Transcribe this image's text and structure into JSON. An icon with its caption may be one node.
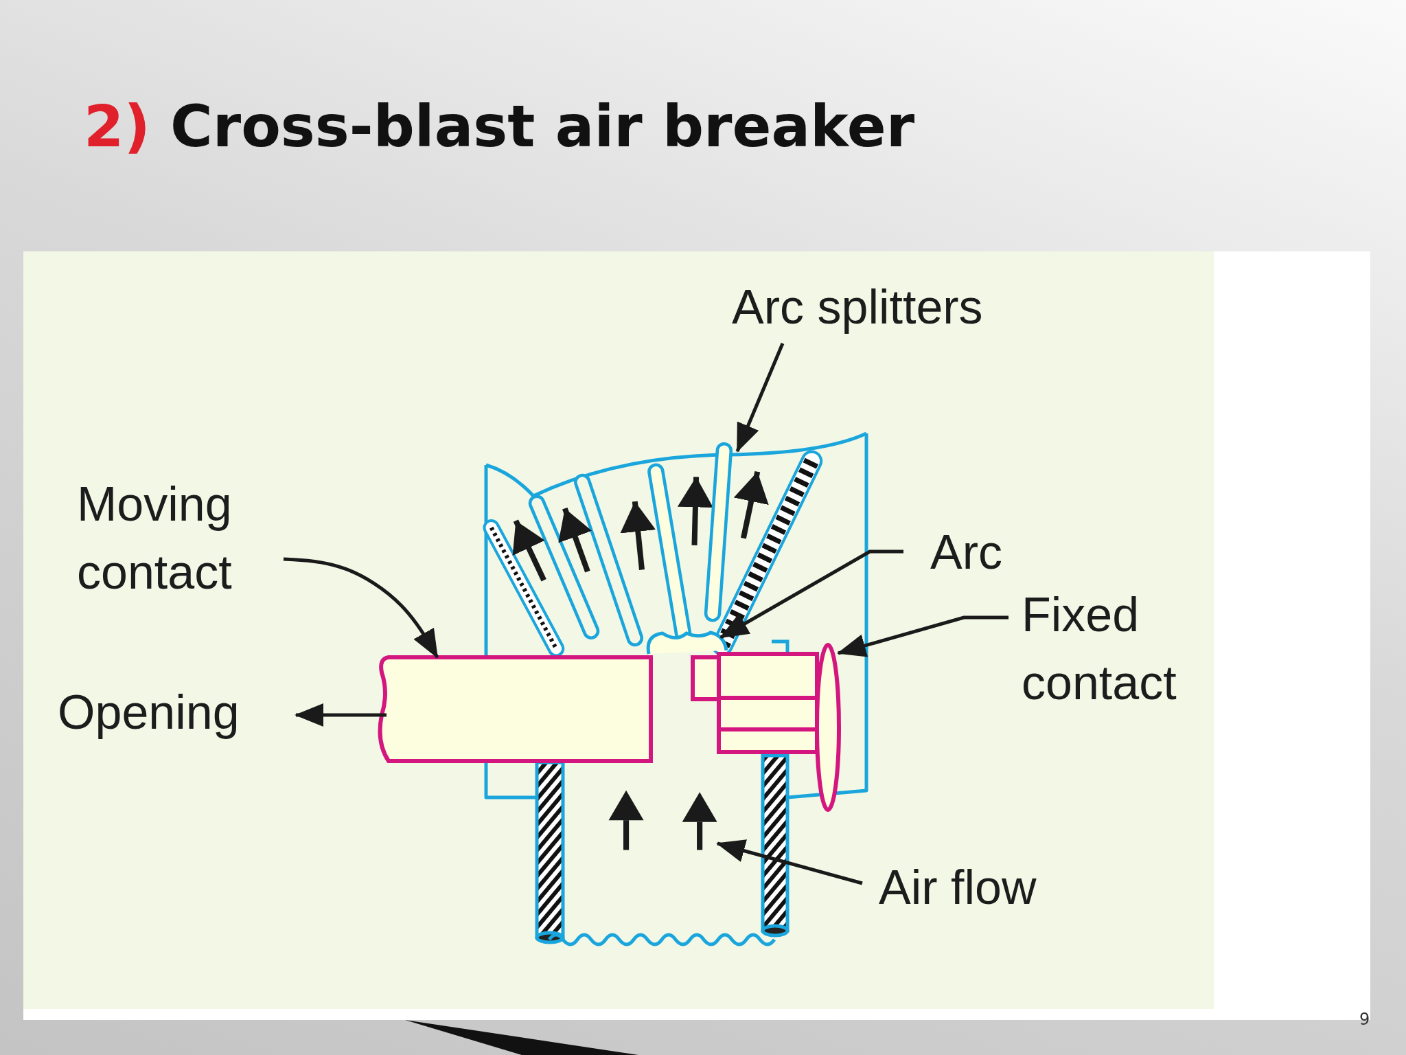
{
  "diagram": {
    "title": "2) Cross-blast air breaker",
    "nodes": [
      {
        "text": [
          "Arc splitters"
        ]
      },
      {
        "text": [],
        "shape": "bar"
      },
      {
        "text": [
          "Moving contact"
        ]
      },
      {
        "text": [],
        "shape": "box"
      },
      {
        "text": [
          "Opening"
        ]
      },
      {
        "text": [
          "Arc"
        ]
      },
      {
        "text": [
          "Fixed contact"
        ]
      },
      {
        "text": [],
        "shape": "box"
      },
      {
        "text": [
          "Air flow"
        ]
      },
      {
        "text": [],
        "shape": "arc"
      },
      {
        "text": [],
        "shape": "arrow"
      },
      {
        "text": [],
        "shape": "arrow"
      }
    ],
    "edges": [
      {
        "from": 0,
        "to": 1,
        "arrow": "to"
      },
      {
        "from": 2,
        "to": 3,
        "arrow": "to"
      },
      {
        "from": 3,
        "to": 4,
        "arrow": "to"
      },
      {
        "from": 5,
        "to": 9,
        "arrow": "to"
      },
      {
        "from": 6,
        "to": 7,
        "arrow": "to"
      },
      {
        "from": 8,
        "to": 11,
        "arrow": "to"
      }
    ],
    "labels": [
      "9"
    ]
  }
}
